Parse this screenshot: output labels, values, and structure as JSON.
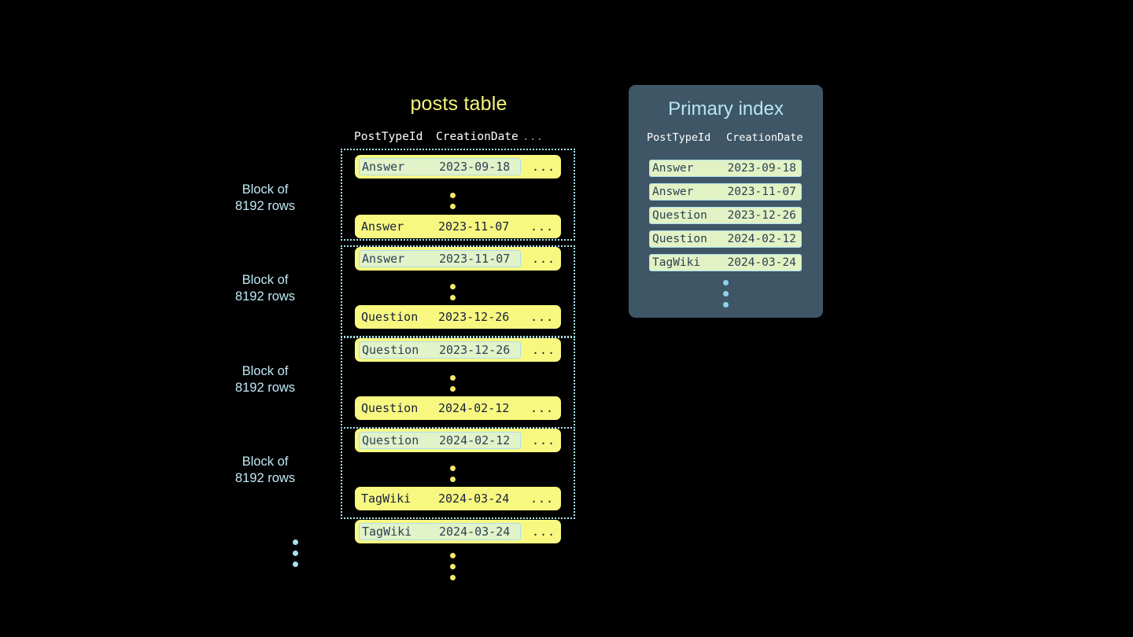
{
  "posts_table": {
    "title": "posts table",
    "columns": [
      "PostTypeId",
      "CreationDate",
      "..."
    ],
    "ellipsis_more": "...",
    "blocks": [
      {
        "label": "Block of\n8192 rows",
        "first_row": {
          "type": "Answer",
          "date": "2023-09-18",
          "more": "...",
          "highlighted": true
        },
        "last_row": {
          "type": "Answer",
          "date": "2023-11-07",
          "more": "...",
          "highlighted": false
        }
      },
      {
        "label": "Block of\n8192 rows",
        "first_row": {
          "type": "Answer",
          "date": "2023-11-07",
          "more": "...",
          "highlighted": true
        },
        "last_row": {
          "type": "Question",
          "date": "2023-12-26",
          "more": "...",
          "highlighted": false
        }
      },
      {
        "label": "Block of\n8192 rows",
        "first_row": {
          "type": "Question",
          "date": "2023-12-26",
          "more": "...",
          "highlighted": true
        },
        "last_row": {
          "type": "Question",
          "date": "2024-02-12",
          "more": "...",
          "highlighted": false
        }
      },
      {
        "label": "Block of\n8192 rows",
        "first_row": {
          "type": "Question",
          "date": "2024-02-12",
          "more": "...",
          "highlighted": true
        },
        "last_row": {
          "type": "TagWiki",
          "date": "2024-03-24",
          "more": "...",
          "highlighted": false
        }
      }
    ],
    "trailing_row": {
      "type": "TagWiki",
      "date": "2024-03-24",
      "more": "...",
      "highlighted": true
    }
  },
  "primary_index": {
    "title": "Primary index",
    "columns": [
      "PostTypeId",
      "CreationDate"
    ],
    "rows": [
      {
        "type": "Answer",
        "date": "2023-09-18"
      },
      {
        "type": "Answer",
        "date": "2023-11-07"
      },
      {
        "type": "Question",
        "date": "2023-12-26"
      },
      {
        "type": "Question",
        "date": "2024-02-12"
      },
      {
        "type": "TagWiki",
        "date": "2024-03-24"
      }
    ]
  },
  "colors": {
    "background": "#000000",
    "row_yellow": "#f8f881",
    "highlight_green": "#e2f2c9",
    "highlight_border": "#aadff0",
    "accent_blue": "#b8e5f7",
    "title_yellow": "#f5f57d",
    "panel_slate": "#3e5666",
    "dot_yellow": "#f5e96a",
    "dot_blue": "#a9e2f3",
    "text_dark": "#16213a"
  }
}
